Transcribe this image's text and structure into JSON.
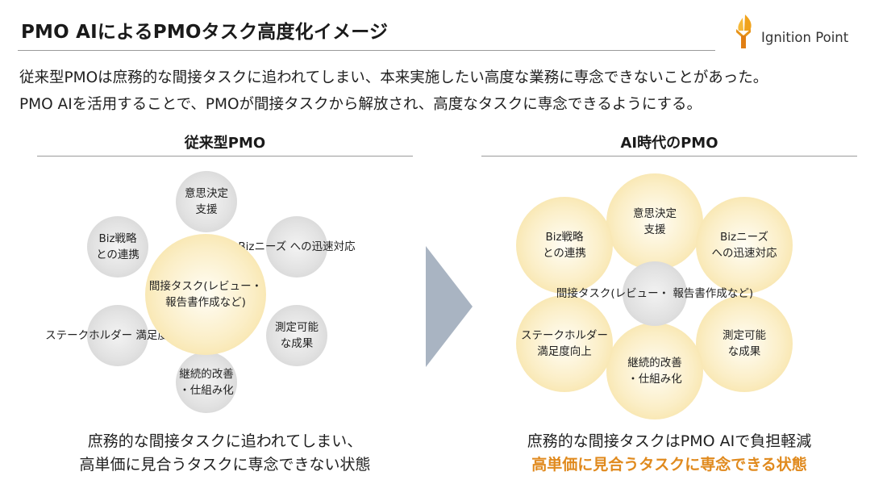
{
  "header": {
    "title": "PMO AIによるPMOタスク高度化イメージ",
    "logo_text": "Ignition Point"
  },
  "description": {
    "line1": "従来型PMOは庶務的な間接タスクに追われてしまい、本来実施したい高度な業務に専念できないことがあった。",
    "line2": "PMO AIを活用することで、PMOが間接タスクから解放され、高度なタスクに専念できるようにする。"
  },
  "left": {
    "title": "従来型PMO",
    "center": "間接タスク(レビュー・\n報告書作成など)",
    "items": [
      "意思決定\n支援",
      "Bizニーズ\nへの迅速対応",
      "測定可能\nな成果",
      "継続的改善\n・仕組み化",
      "ステークホルダー\n満足度向上",
      "Biz戦略\nとの連携"
    ],
    "bottom_line1": "庶務的な間接タスクに追われてしまい、",
    "bottom_line2": "高単価に見合うタスクに専念できない状態"
  },
  "right": {
    "title": "AI時代のPMO",
    "center": "間接タスク(レビュー・\n報告書作成など)",
    "items": [
      "意思決定\n支援",
      "Bizニーズ\nへの迅速対応",
      "測定可能\nな成果",
      "継続的改善\n・仕組み化",
      "ステークホルダー\n満足度向上",
      "Biz戦略\nとの連携"
    ],
    "bottom_line1": "庶務的な間接タスクはPMO AIで負担軽減",
    "bottom_line2": "高単価に見合うタスクに専念できる状態"
  },
  "colors": {
    "accent_orange": "#e08a1e",
    "logo_orange": "#f0a21c",
    "arrow": "#a9b4c2",
    "circle_grey": "#d9d9d9",
    "circle_gold": "#f8e3a3"
  }
}
